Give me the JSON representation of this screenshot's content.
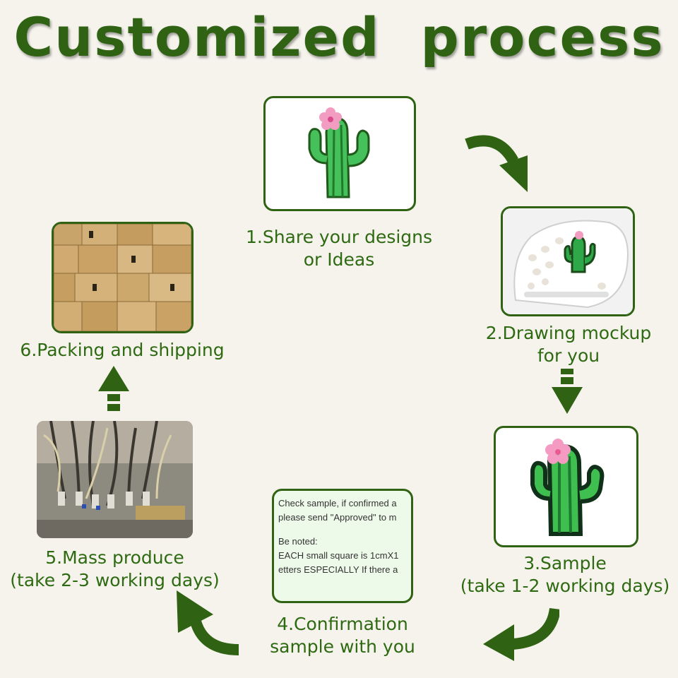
{
  "title": "Customized  process",
  "steps": [
    {
      "line1": "1.Share your designs",
      "line2": "or Ideas",
      "image_icon": "cactus-design-icon"
    },
    {
      "line1": "2.Drawing mockup",
      "line2": "for you",
      "image_icon": "clog-mockup-icon"
    },
    {
      "line1": "3.Sample",
      "line2": "(take 1-2 working days)",
      "image_icon": "cactus-sample-icon"
    },
    {
      "line1": "4.Confirmation",
      "line2": "sample with you",
      "image_icon": "confirmation-note-icon"
    },
    {
      "line1": "5.Mass produce",
      "line2": "(take 2-3 working days)",
      "image_icon": "machine-icon"
    },
    {
      "line1": "6.Packing and shipping",
      "line2": "",
      "image_icon": "boxes-icon"
    }
  ],
  "confirmation_note": {
    "line1": "Check sample, if confirmed a",
    "line2": "please send \"Approved\" to m",
    "line3": "Be noted:",
    "line4": "EACH small square is 1cmX1",
    "line5": "etters ESPECIALLY If there a"
  },
  "colors": {
    "accent": "#2f6212",
    "background": "#f5f3ec",
    "cactus_green": "#3cb54a",
    "flower_pink": "#f29cc2"
  }
}
